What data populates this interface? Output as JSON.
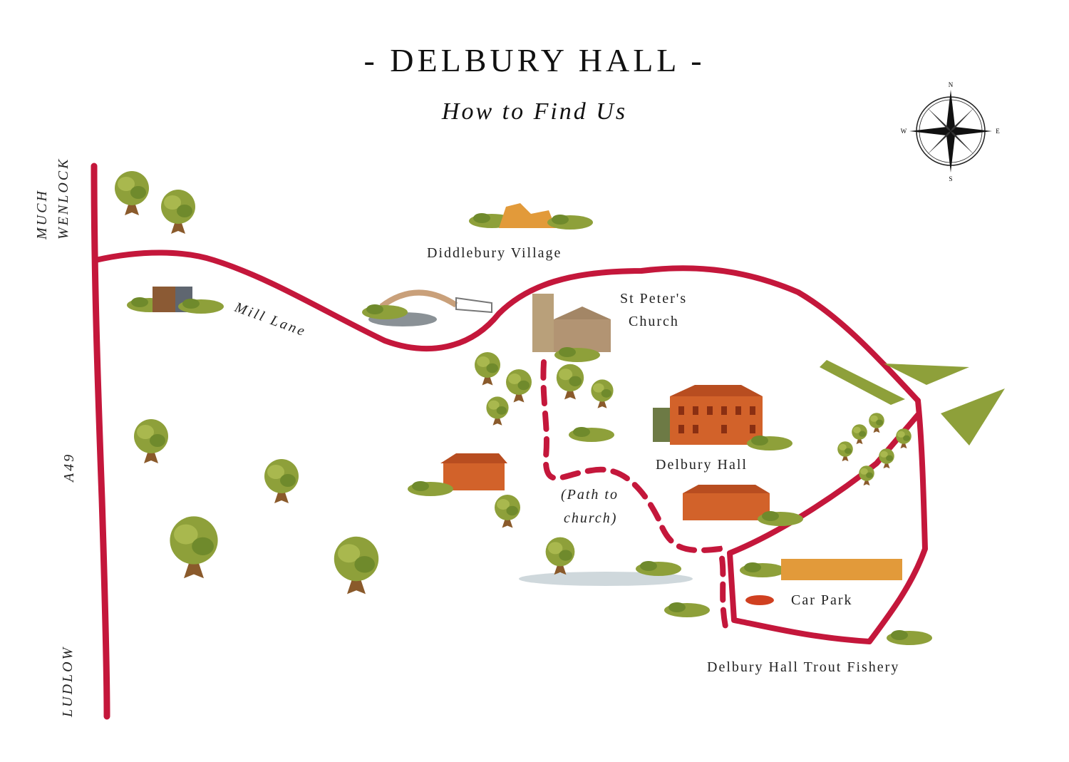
{
  "map": {
    "title": "- DELBURY HALL -",
    "subtitle": "How to Find Us",
    "road_color": "#c4173b",
    "tree_color": "#8ea03a",
    "building_color": "#d2622a"
  },
  "compass": {
    "n": "N",
    "s": "S",
    "e": "E",
    "w": "W"
  },
  "directions": {
    "north_line1": "MUCH",
    "north_line2": "WENLOCK",
    "south": "LUDLOW"
  },
  "roads": {
    "a49": "A49",
    "mill_lane": "Mill Lane"
  },
  "places": {
    "village": "Diddlebury Village",
    "church_line1": "St Peter's",
    "church_line2": "Church",
    "hall": "Delbury Hall",
    "path_line1": "(Path to",
    "path_line2": "church)",
    "car_park": "Car Park",
    "fishery": "Delbury Hall Trout Fishery"
  }
}
